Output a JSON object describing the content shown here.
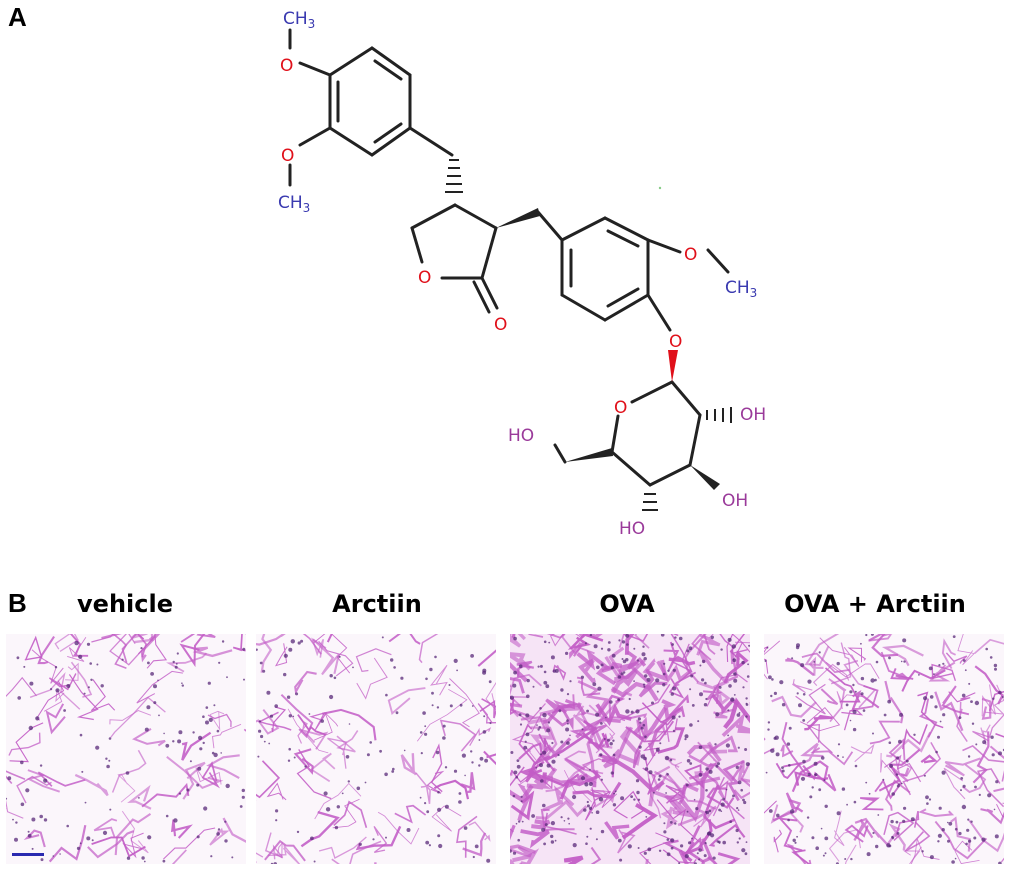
{
  "panel_a": {
    "label": "A",
    "structure": {
      "top_methyl_o": "O",
      "top_methyl_c": "CH",
      "top_methyl_n": "3",
      "left_methyl_o": "O",
      "left_methyl_c": "CH",
      "left_methyl_n": "3",
      "lactone_ring_o": "O",
      "carbonyl_o": "O",
      "right_methoxy_o": "O",
      "right_methyl_c": "CH",
      "right_methyl_n": "3",
      "glycoside_o": "O",
      "sugar_ring_o": "O",
      "oh_1": "OH",
      "oh_2": "OH",
      "oh_3": "HO",
      "ch2oh": "HO"
    }
  },
  "panel_b": {
    "label": "B",
    "groups": [
      {
        "title": "vehicle",
        "tissue": "sparse"
      },
      {
        "title": "Arctiin",
        "tissue": "sparse"
      },
      {
        "title": "OVA",
        "tissue": "dense"
      },
      {
        "title": "OVA + Arctiin",
        "tissue": "medium"
      }
    ]
  },
  "colors": {
    "bond": "#222222",
    "oxygen": "#e0101a",
    "methyl": "#3a3ab0",
    "hydroxyl": "#9a3a9a",
    "stain": "#c25cc6",
    "nuclei": "#5a2a7a",
    "scale_bar": "#2a2ab0"
  }
}
